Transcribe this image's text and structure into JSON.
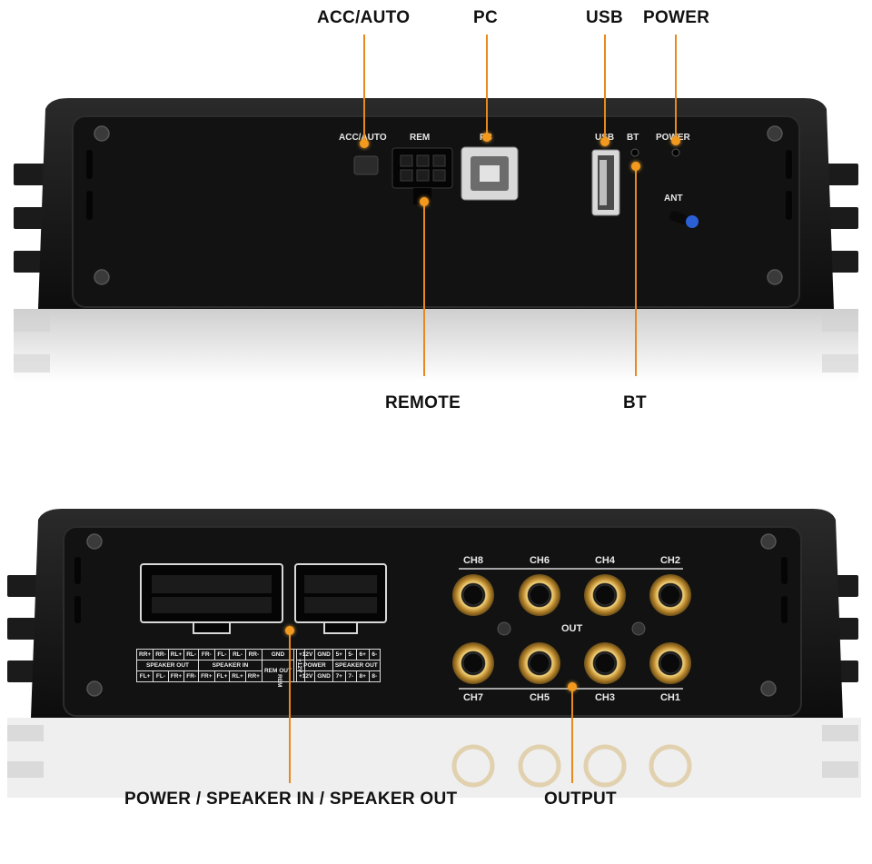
{
  "top_callouts": {
    "acc_auto": "ACC/AUTO",
    "pc": "PC",
    "usb": "USB",
    "power": "POWER",
    "remote": "REMOTE",
    "bt": "BT"
  },
  "top_panel_labels": {
    "acc_auto": "ACC/AUTO",
    "rem": "REM",
    "pc": "PC",
    "usb": "USB",
    "bt": "BT",
    "power": "POWER",
    "ant": "ANT"
  },
  "bottom_callouts": {
    "power_speaker": "POWER / SPEAKER IN / SPEAKER OUT",
    "output": "OUTPUT"
  },
  "channels": {
    "top_row": [
      "CH8",
      "CH6",
      "CH4",
      "CH2"
    ],
    "bottom_row": [
      "CH7",
      "CH5",
      "CH3",
      "CH1"
    ],
    "out_label": "OUT"
  },
  "pin_labels": {
    "row1": [
      "RR+",
      "RR-",
      "RL+",
      "RL-",
      "FR-",
      "FL-",
      "RL-",
      "RR-"
    ],
    "row1_header": "SPEAKER OUT",
    "row1_header_b": "SPEAKER IN",
    "gnd": "GND",
    "rem_out": "REM OUT",
    "v12": "+12V",
    "rem": "REM",
    "row3": [
      "FL+",
      "FL-",
      "FR+",
      "FR-",
      "FR+",
      "FL+",
      "RL+",
      "RR+"
    ],
    "right_row1": [
      "+12V",
      "GND",
      "5+",
      "5-",
      "6+",
      "6-"
    ],
    "right_header_a": "POWER",
    "right_header_b": "SPEAKER OUT",
    "right_row3": [
      "+12V",
      "GND",
      "7+",
      "7-",
      "8+",
      "8-"
    ]
  },
  "colors": {
    "accent": "#e8891c",
    "chassis": "#1a1a1a",
    "panel": "#111111",
    "rca_gold": "#c89a3a"
  }
}
